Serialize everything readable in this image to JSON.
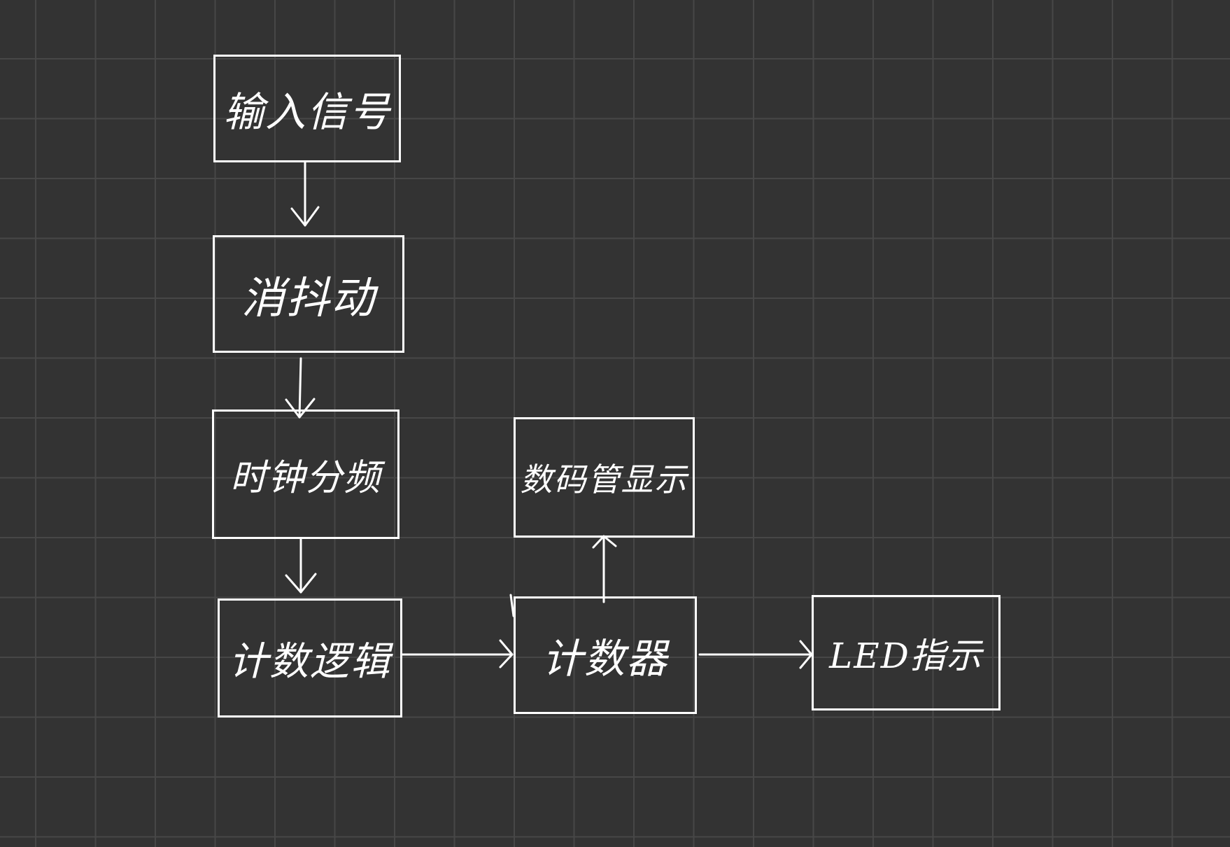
{
  "colors": {
    "background": "#333333",
    "grid": "#474747",
    "stroke": "#ffffff"
  },
  "blocks": {
    "input_signal": "输入信号",
    "debounce": "消抖动",
    "clock_divider": "时钟分频",
    "count_logic": "计数逻辑",
    "counter": "计数器",
    "seven_seg_display": "数码管显示",
    "led_indicator": "LED指示"
  },
  "connections": [
    {
      "from": "input_signal",
      "to": "debounce"
    },
    {
      "from": "debounce",
      "to": "clock_divider"
    },
    {
      "from": "clock_divider",
      "to": "count_logic"
    },
    {
      "from": "count_logic",
      "to": "counter"
    },
    {
      "from": "counter",
      "to": "seven_seg_display"
    },
    {
      "from": "counter",
      "to": "led_indicator"
    }
  ]
}
